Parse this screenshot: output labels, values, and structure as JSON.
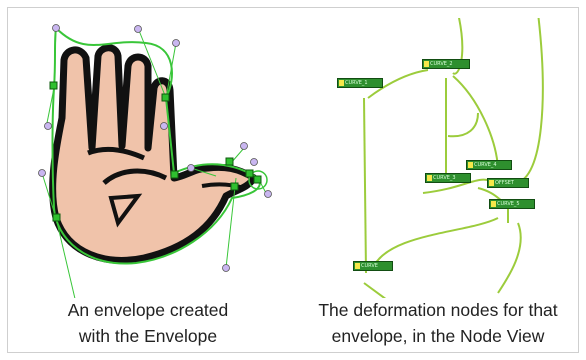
{
  "captions": {
    "left_line1": "An envelope created",
    "left_line2": "with the Envelope",
    "right_line1": "The deformation nodes for that",
    "right_line2": "envelope, in the Node View"
  },
  "nodes": {
    "curve_1": "CURVE_1",
    "curve_2": "CURVE_2",
    "curve_3": "CURVE_3",
    "curve_4": "CURVE_4",
    "offset": "OFFSET",
    "curve_5": "CURVE_5",
    "curve": "CURVE"
  },
  "colors": {
    "skin": "#f0c3aa",
    "outline": "#111111",
    "envelope": "#39c639",
    "handle_point": "#c9b6f0",
    "node": "#2e8f2e",
    "wire": "#9ccc3c"
  }
}
